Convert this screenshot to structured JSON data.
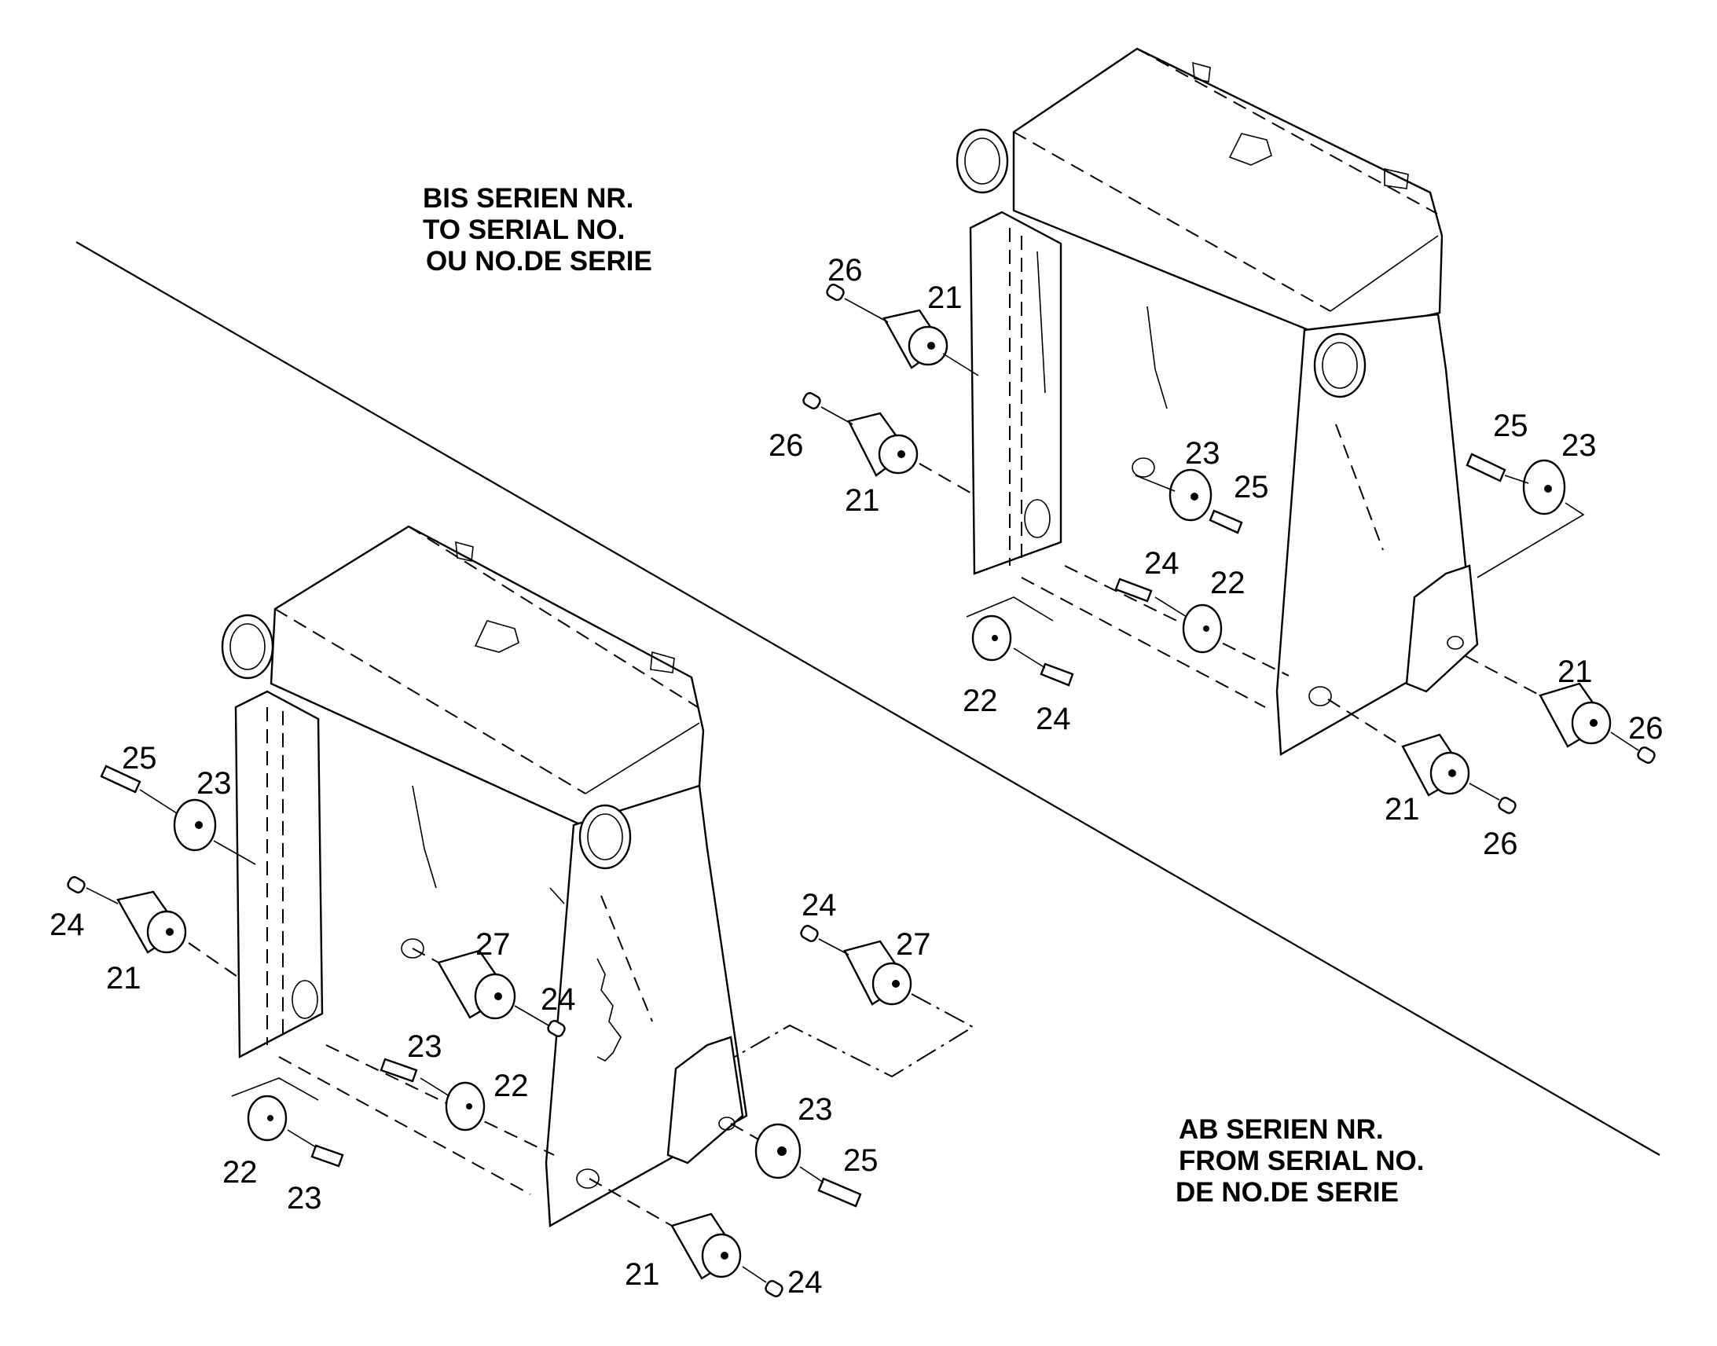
{
  "notes": {
    "before_serial": [
      "BIS SERIEN NR.",
      "TO SERIAL NO.",
      "OU NO.DE SERIE"
    ],
    "after_serial": [
      "AB SERIEN NR.",
      "FROM SERIAL NO.",
      "DE NO.DE SERIE"
    ]
  },
  "callouts_upper_assembly": [
    "26",
    "21",
    "26",
    "21",
    "23",
    "25",
    "24",
    "22",
    "22",
    "24",
    "25",
    "23",
    "21",
    "26",
    "21",
    "26"
  ],
  "callouts_lower_assembly": [
    "25",
    "23",
    "24",
    "21",
    "27",
    "24",
    "23",
    "22",
    "22",
    "23",
    "24",
    "27",
    "23",
    "25",
    "21",
    "24"
  ]
}
